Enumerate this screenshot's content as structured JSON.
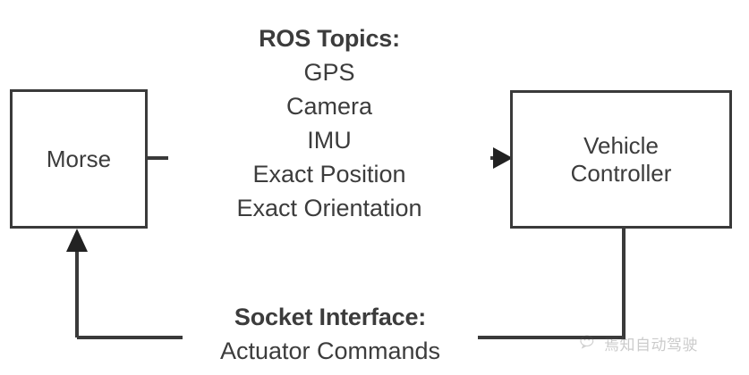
{
  "diagram": {
    "title_text_blocks": {
      "ros_topics": {
        "heading": "ROS Topics:",
        "items": [
          "GPS",
          "Camera",
          "IMU",
          "Exact Position",
          "Exact Orientation"
        ]
      },
      "socket_interface": {
        "heading": "Socket Interface:",
        "items": [
          "Actuator Commands"
        ]
      }
    },
    "nodes": [
      {
        "id": "morse",
        "label": "Morse"
      },
      {
        "id": "vehicle_controller",
        "label": "Vehicle\nController"
      }
    ],
    "edges": [
      {
        "id": "topics_edge",
        "from": "morse",
        "to": "vehicle_controller",
        "direction": "right",
        "annotation": "ROS Topics:"
      },
      {
        "id": "socket_edge",
        "from": "vehicle_controller",
        "to": "morse",
        "direction": "up",
        "annotation": "Socket Interface:"
      }
    ],
    "colors": {
      "stroke": "#3a3a3a",
      "arrow": "#222222",
      "text": "#3c3c3c",
      "background": "#ffffff",
      "watermark": "#555555"
    }
  },
  "watermark": {
    "text": "焉知自动驾驶",
    "icon": "wechat-icon"
  }
}
